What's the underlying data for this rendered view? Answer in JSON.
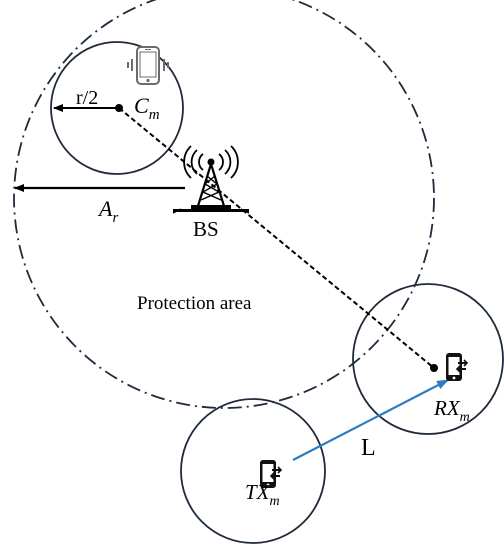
{
  "labels": {
    "half_radius": "r/2",
    "cm_base": "C",
    "cm_sub": "m",
    "ar_base": "A",
    "ar_sub": "r",
    "base_station": "BS",
    "protection_area": "Protection area",
    "rx_base": "RX",
    "rx_sub": "m",
    "tx_base": "TX",
    "tx_sub": "m",
    "link": "L"
  },
  "colors": {
    "line": "#000000",
    "circle": "#1f2a3a",
    "link_arrow": "#2e7bbf"
  },
  "icons": {
    "cellular_user": "smartphone-vibrate-icon",
    "base_station": "antenna-tower-icon",
    "rx_device": "phone-transfer-icon",
    "tx_device": "phone-transfer-icon"
  }
}
